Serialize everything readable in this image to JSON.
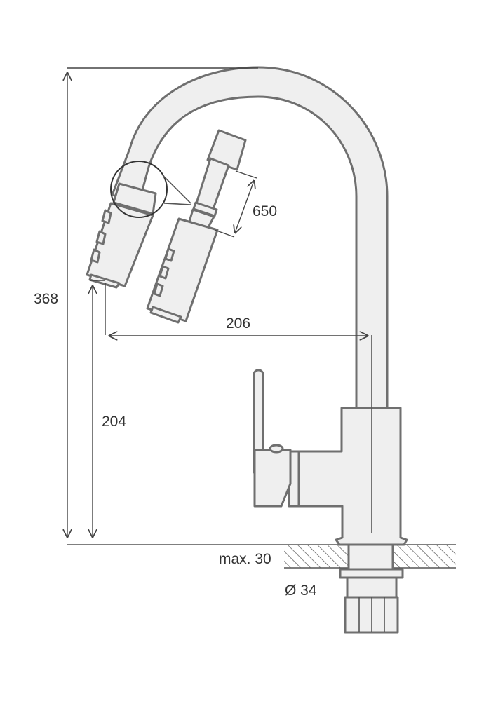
{
  "dimensions": {
    "total_height": "368",
    "spout_height": "204",
    "spout_reach": "206",
    "hose_length": "650",
    "countertop_thickness": "max. 30",
    "mount_diameter": "Ø 34"
  },
  "colors": {
    "body_fill": "#efefef",
    "outline": "#6f6f6f",
    "dimension_line": "#444444",
    "text": "#333333"
  }
}
